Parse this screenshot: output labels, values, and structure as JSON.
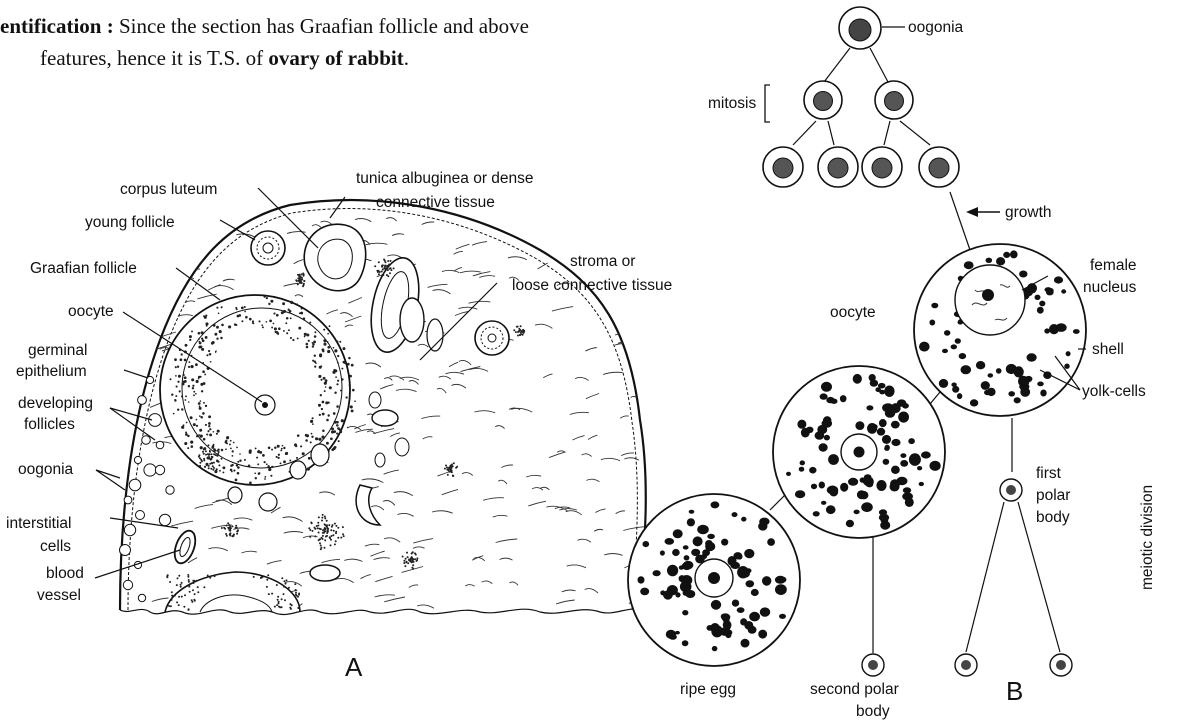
{
  "heading": {
    "line1_bold": "entification :",
    "line1_rest": " Since the section has Graafian follicle and above",
    "line2_pre": "features, hence it is T.S. of ",
    "line2_bold": "ovary of rabbit",
    "line2_end": "."
  },
  "figure_a": {
    "panel_letter": "A",
    "labels": {
      "corpus_luteum": "corpus luteum",
      "tunica_line1": "tunica albuginea or dense",
      "tunica_line2": "connective tissue",
      "young_follicle": "young follicle",
      "stroma_line1": "stroma or",
      "stroma_line2": "loose connective tissue",
      "graafian_follicle": "Graafian follicle",
      "oocyte": "oocyte",
      "germinal_line1": "germinal",
      "germinal_line2": "epithelium",
      "developing_line1": "developing",
      "developing_line2": "follicles",
      "oogonia": "oogonia",
      "interstitial_line1": "interstitial",
      "interstitial_line2": "cells",
      "blood_line1": "blood",
      "blood_line2": "vessel"
    }
  },
  "figure_b": {
    "panel_letter": "B",
    "labels": {
      "oogonia": "oogonia",
      "mitosis": "mitosis",
      "growth": "growth",
      "female_line1": "female",
      "female_line2": "nucleus",
      "oocyte": "oocyte",
      "shell": "shell",
      "yolk_cells": "yolk-cells",
      "first_line1": "first",
      "first_line2": "polar",
      "first_line3": "body",
      "meiotic_division": "meiotic division",
      "ripe_egg": "ripe egg",
      "second_line1": "second polar",
      "second_line2": "body"
    }
  }
}
